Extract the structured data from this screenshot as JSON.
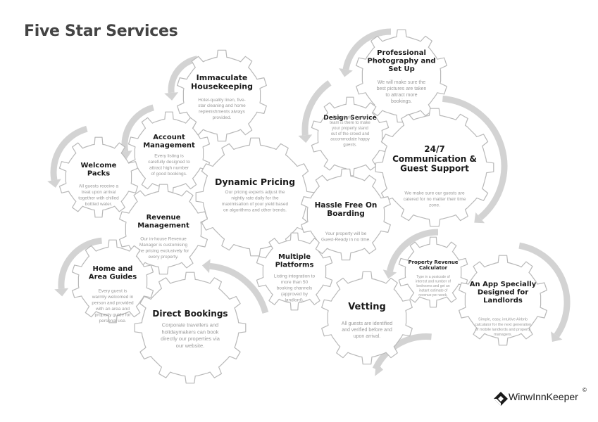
{
  "title": "Five Star Services",
  "colors": {
    "gear_fill": "#ffffff",
    "gear_stroke": "#b8b8b8",
    "arrow": "#d3d3d3",
    "title_text": "#1a1a1a",
    "desc_text": "#9a9a9a"
  },
  "gears": [
    {
      "id": "immaculate-housekeeping",
      "title": [
        "Immaculate",
        "Housekeeping"
      ],
      "desc": [
        "Hotel-quality linen, five-",
        "star cleaning and home",
        "replenishments always",
        "provided."
      ]
    },
    {
      "id": "account-management",
      "title": [
        "Account",
        "Management"
      ],
      "desc": [
        "Every listing is",
        "carefully designed to",
        "attract high number",
        "of good bookings."
      ]
    },
    {
      "id": "welcome-packs",
      "title": [
        "Welcome",
        "Packs"
      ],
      "desc": [
        "All guests receive a",
        "treat upon arrival",
        "together with chilled",
        "bottled water."
      ]
    },
    {
      "id": "dynamic-pricing",
      "title": [
        "Dynamic Pricing"
      ],
      "desc": [
        "Our pricing experts adjust the",
        "nightly rate daily for the",
        "maximisation of your yield based",
        "on algorithms and other trends."
      ]
    },
    {
      "id": "revenue-management",
      "title": [
        "Revenue",
        "Management"
      ],
      "desc": [
        "Our in-house Revenue",
        "Manager is customising",
        "the pricing exclusively for",
        "every property."
      ]
    },
    {
      "id": "home-area-guides",
      "title": [
        "Home and",
        "Area Guides"
      ],
      "desc": [
        "Every guest is",
        "warmly welcomed in",
        "person and provided",
        "with an area and",
        "property guide for",
        "personal use."
      ]
    },
    {
      "id": "direct-bookings",
      "title": [
        "Direct Bookings"
      ],
      "desc": [
        "Corporate travellers and",
        "holidaymakers can book",
        "directly our properties via",
        "our website."
      ]
    },
    {
      "id": "multiple-platforms",
      "title": [
        "Multiple",
        "Platforms"
      ],
      "desc": [
        "Listing integration to",
        "more than 50",
        "booking channels",
        "(approved by",
        "landlord)."
      ]
    },
    {
      "id": "professional-photography",
      "title": [
        "Professional",
        "Photography and",
        "Set Up"
      ],
      "desc": [
        "We will make sure the",
        "best pictures are taken",
        "to attract more",
        "bookings."
      ]
    },
    {
      "id": "design-service",
      "title": [
        "Design Service"
      ],
      "desc": [
        "Our interior design",
        "team is there to make",
        "your property stand",
        "out of the crowd and",
        "accommodate happy",
        "guests."
      ]
    },
    {
      "id": "communication-support",
      "title": [
        "24/7",
        "Communication &",
        "Guest Support"
      ],
      "desc": [
        "We make sure our guests are",
        "catered for no matter their time",
        "zone."
      ]
    },
    {
      "id": "hassle-free-boarding",
      "title": [
        "Hassle Free On",
        "Boarding"
      ],
      "desc": [
        "Your property will be",
        "Guest-Ready in no time."
      ]
    },
    {
      "id": "property-revenue-calculator",
      "title": [
        "Property Revenue",
        "Calculator"
      ],
      "desc": [
        "Type in a postcode of",
        "interest and number of",
        "bedrooms and get an",
        "instant estimate of",
        "revenue per week."
      ]
    },
    {
      "id": "vetting",
      "title": [
        "Vetting"
      ],
      "desc": [
        "All guests are identified",
        "and verified before and",
        "upon arrival."
      ]
    },
    {
      "id": "landlord-app",
      "title": [
        "An App Specially",
        "Designed for",
        "Landlords"
      ],
      "desc": [
        "Simple, easy, intuitive Airbnb",
        "calculator for the next generation",
        "of mobile landlords and property",
        "managers."
      ]
    }
  ],
  "logo": {
    "icon": "diamond-logo-icon",
    "text": "WinwInnKeeper",
    "mark": "©"
  }
}
